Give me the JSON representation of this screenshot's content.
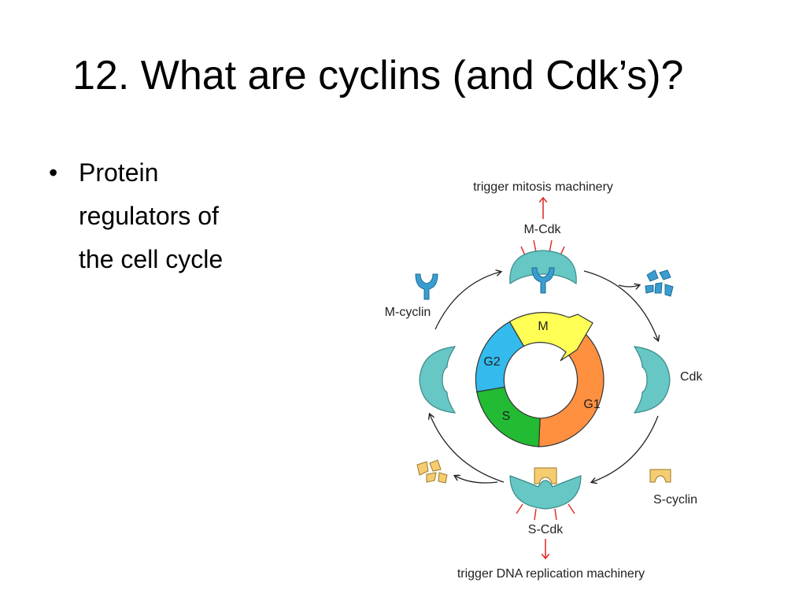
{
  "slide": {
    "title": "12. What are cyclins (and Cdk’s)?",
    "bullets": [
      {
        "marker": "•",
        "lines": [
          "Protein",
          "regulators of",
          "the cell cycle"
        ]
      }
    ]
  },
  "diagram": {
    "top_label": "trigger mitosis machinery",
    "bottom_label": "trigger DNA replication machinery",
    "m_cdk_label": "M-Cdk",
    "s_cdk_label": "S-Cdk",
    "m_cyclin_label": "M-cyclin",
    "s_cyclin_label": "S-cyclin",
    "cdk_label": "Cdk",
    "phases": [
      "M",
      "G1",
      "S",
      "G2"
    ],
    "colors": {
      "cdk": "#66c7c4",
      "m_cyclin": "#3a9dd0",
      "s_cyclin": "#f5cc70",
      "trigger_arrow": "#e03030",
      "phase_m": "#ffff55",
      "phase_g1": "#ff9040",
      "phase_s": "#22bb33",
      "phase_g2": "#33bbee"
    }
  }
}
